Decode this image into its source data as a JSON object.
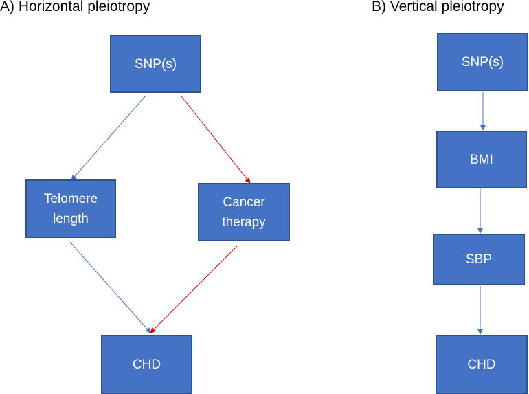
{
  "panels": {
    "horizontal": {
      "title": "A) Horizontal pleiotropy",
      "nodes": {
        "snp": "SNP(s)",
        "telomere_line1": "Telomere",
        "telomere_line2": "length",
        "cancer_line1": "Cancer",
        "cancer_line2": "therapy",
        "chd": "CHD"
      }
    },
    "vertical": {
      "title": "B) Vertical pleiotropy",
      "nodes": {
        "snp": "SNP(s)",
        "bmi": "BMI",
        "sbp": "SBP",
        "chd": "CHD"
      }
    }
  },
  "colors": {
    "node_fill": "#4472C4",
    "node_border": "#2F528F",
    "node_text": "#FFFFFF",
    "arrow_blue": "#4472C4",
    "arrow_red": "#E00000"
  }
}
